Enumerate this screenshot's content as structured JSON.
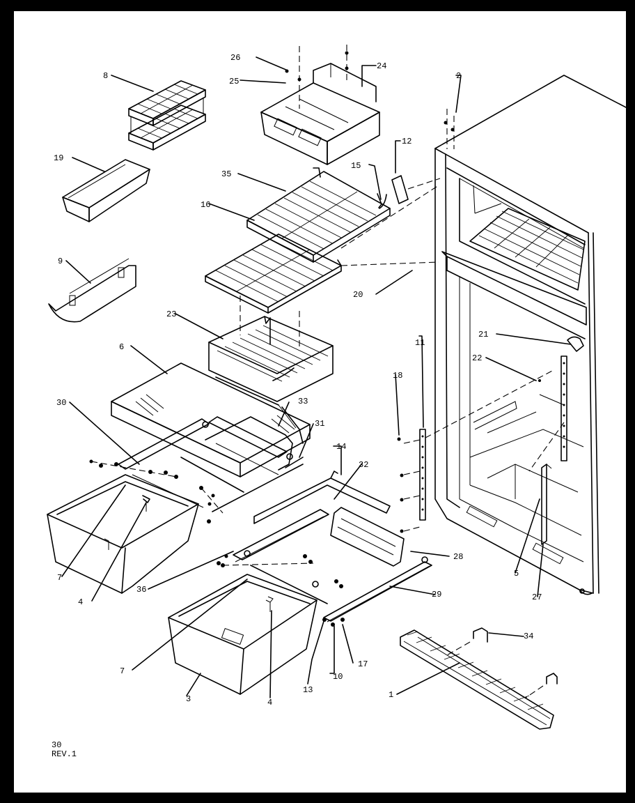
{
  "diagram": {
    "part_labels": {
      "p1": "1",
      "p2": "2",
      "p3": "3",
      "p4a": "4",
      "p4b": "4",
      "p5": "5",
      "p6": "6",
      "p7a": "7",
      "p7b": "7",
      "p8": "8",
      "p9": "9",
      "p10": "10",
      "p11": "11",
      "p12": "12",
      "p13": "13",
      "p14": "14",
      "p15": "15",
      "p16": "16",
      "p17": "17",
      "p18": "18",
      "p19": "19",
      "p20": "20",
      "p21": "21",
      "p22": "22",
      "p23": "23",
      "p24": "24",
      "p25": "25",
      "p26": "26",
      "p27": "27",
      "p28": "28",
      "p29": "29",
      "p30": "30",
      "p31": "31",
      "p32": "32",
      "p33": "33",
      "p34": "34",
      "p35": "35",
      "p36": "36"
    },
    "footer": {
      "page": "30",
      "revision": "REV.1"
    }
  }
}
